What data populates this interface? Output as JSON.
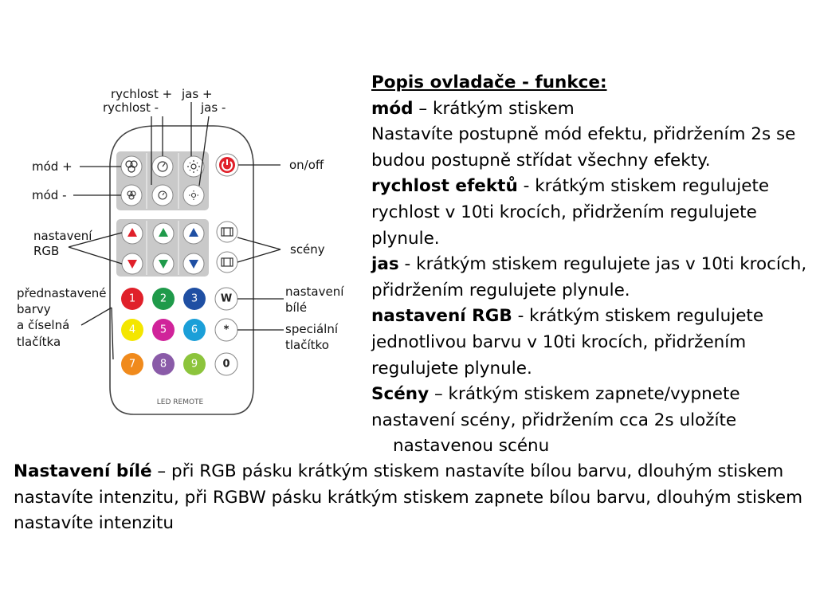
{
  "diagram": {
    "labels": {
      "speed_plus": "rychlost +",
      "speed_minus": "rychlost -",
      "bright_plus": "jas +",
      "bright_minus": "jas -",
      "mode_plus": "mód +",
      "mode_minus": "mód -",
      "on_off": "on/off",
      "rgb_1": "nastavení",
      "rgb_2": "RGB",
      "scenes": "scény",
      "preset_1": "přednastavené",
      "preset_2": "barvy",
      "preset_3": "a číselná",
      "preset_4": "tlačítka",
      "white_1": "nastavení",
      "white_2": "bílé",
      "special_1": "speciální",
      "special_2": "tlačítko",
      "brand": "LED REMOTE"
    },
    "buttons": {
      "n1": "1",
      "n2": "2",
      "n3": "3",
      "w": "W",
      "n4": "4",
      "n5": "5",
      "n6": "6",
      "star": "*",
      "n7": "7",
      "n8": "8",
      "n9": "9",
      "n0": "0"
    },
    "colors": {
      "red": "#e0202a",
      "green": "#1f9a4a",
      "blue": "#1f4fa3",
      "yellow": "#f4e600",
      "magenta": "#d0239a",
      "cyan": "#1b9fd8",
      "orange": "#f08a1c",
      "violet": "#8a5ba8",
      "lime": "#8cc43c",
      "power": "#e0202a"
    }
  },
  "description": {
    "title": "Popis ovladače - funkce:",
    "mode_term": "mód",
    "mode_sep": " – krátkým stiskem",
    "mode_text": "Nastavíte postupně mód efektu, přidržením 2s se budou postupně střídat všechny efekty.",
    "speed_term": "rychlost efektů",
    "speed_text": " - krátkým stiskem regulujete rychlost v 10ti krocích, přidržením regulujete plynule.",
    "bright_term": "jas",
    "bright_text": " - krátkým stiskem regulujete jas v 10ti krocích, přidržením regulujete plynule.",
    "rgb_term": "nastavení RGB",
    "rgb_text": " - krátkým stiskem regulujete jednotlivou barvu v 10ti krocích, přidržením regulujete plynule.",
    "scenes_term": "Scény",
    "scenes_text": " – krátkým stiskem zapnete/vypnete nastavení scény, přidržením cca 2s uložíte",
    "scenes_text2": "nastavenou scénu"
  },
  "bottom": {
    "white_term": "Nastavení bílé",
    "white_text": " – při RGB pásku krátkým stiskem nastavíte bílou barvu, dlouhým stiskem nastavíte intenzitu, při RGBW pásku krátkým stiskem zapnete bílou barvu, dlouhým stiskem nastavíte intenzitu"
  }
}
